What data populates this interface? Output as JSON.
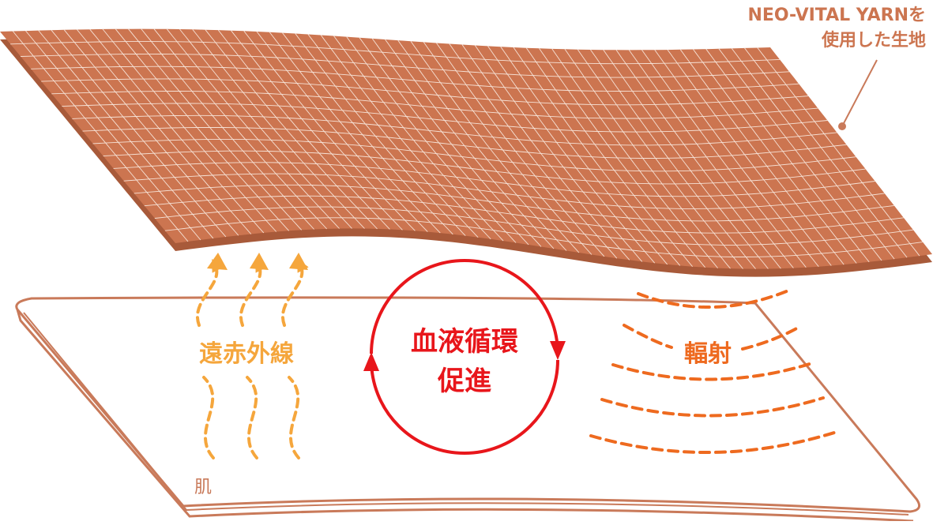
{
  "labels": {
    "fabric_line1": "NEO-VITAL YARNを",
    "fabric_line2": "使用した生地",
    "far_infrared": "遠赤外線",
    "circulation_line1": "血液循環",
    "circulation_line2": "促進",
    "radiation": "輻射",
    "skin": "肌"
  },
  "colors": {
    "fabric_fill": "#cc7550",
    "fabric_grid": "#f6e2d6",
    "fabric_edge": "#a85a3a",
    "skin_stroke": "#c97a5a",
    "far_infrared": "#f5a63c",
    "circulation": "#e8161b",
    "radiation": "#ee6a1f",
    "leader": "#c97a5a"
  }
}
